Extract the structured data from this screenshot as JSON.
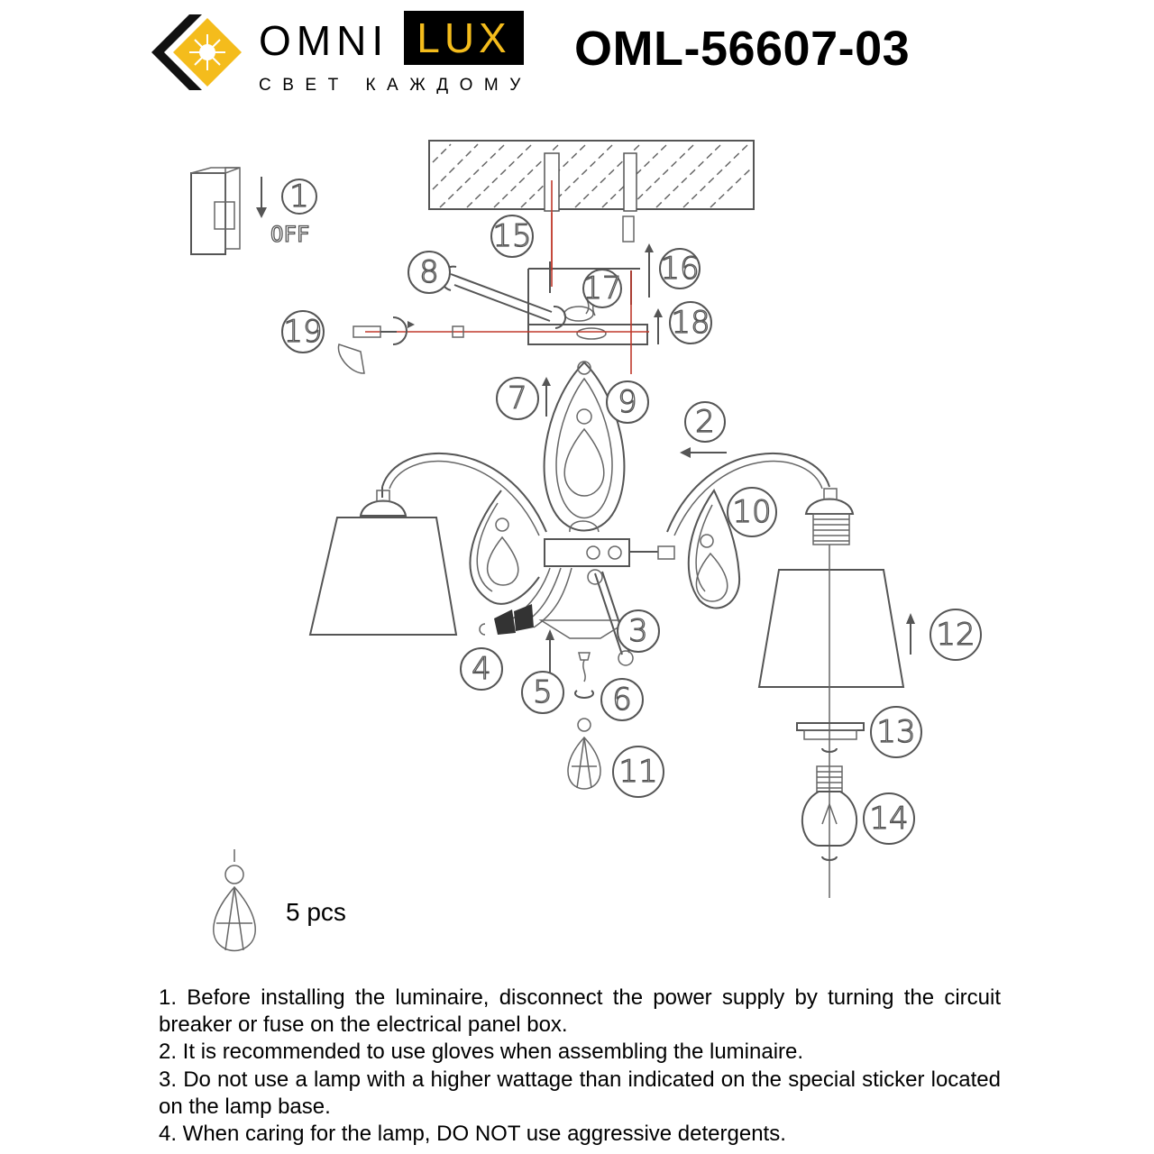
{
  "header": {
    "brand": {
      "word1": "OMNI",
      "word2": "LUX",
      "tagline": "СВЕТ КАЖДОМУ",
      "accent_color": "#f4bc1c"
    },
    "model": "OML-56607-03"
  },
  "diagram": {
    "switch_label": "OFF",
    "callouts": [
      "1",
      "2",
      "3",
      "4",
      "5",
      "6",
      "7",
      "8",
      "9",
      "10",
      "11",
      "12",
      "13",
      "14",
      "15",
      "16",
      "17",
      "18",
      "19"
    ]
  },
  "crystal_note": "5 pcs",
  "instructions": [
    "1. Before installing the luminaire, disconnect the power supply by turning the circuit breaker or fuse on the electrical panel box.",
    "2. It is recommended to use gloves when assembling the luminaire.",
    "3. Do not use a lamp with a higher wattage than indicated on the special sticker located on the lamp base.",
    "4. When caring for the lamp, DO NOT use aggressive detergents."
  ]
}
